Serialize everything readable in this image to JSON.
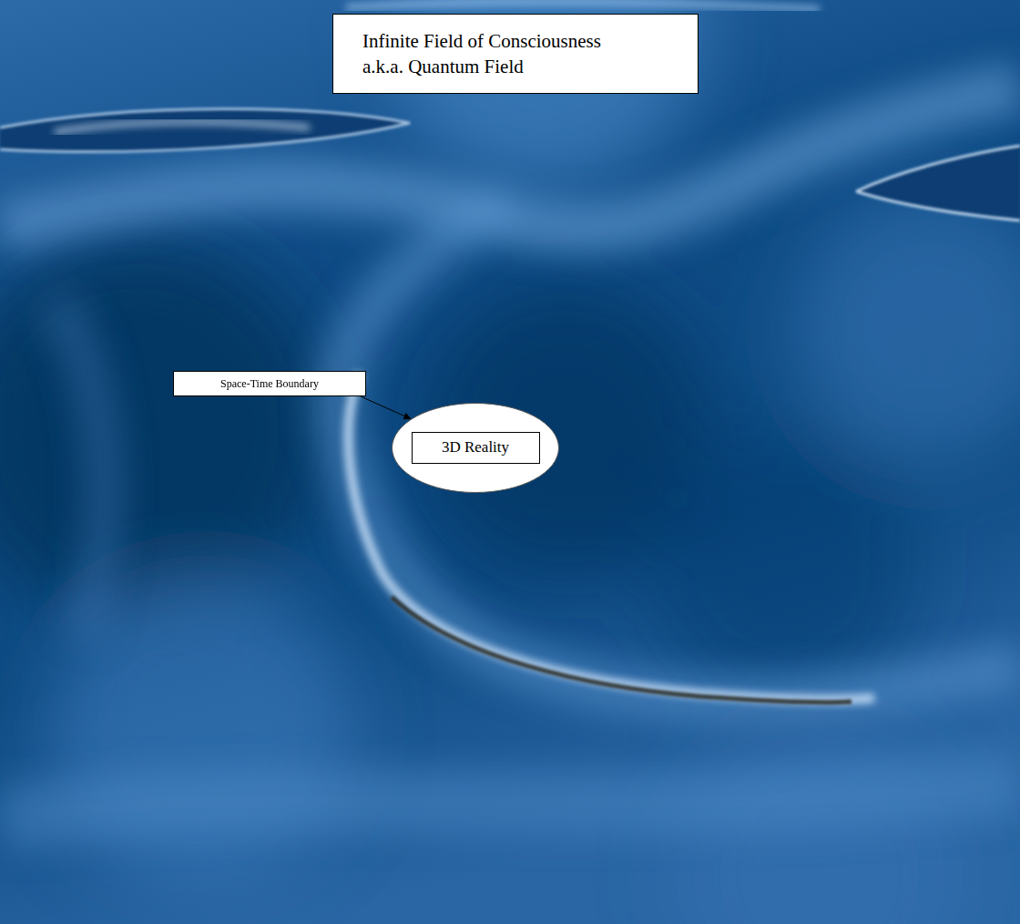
{
  "diagram": {
    "nodes": [
      {
        "text": [
          "Infinite Field of Consciousness",
          "a.k.a. Quantum Field"
        ]
      },
      {
        "text": [
          "Space-Time Boundary"
        ]
      },
      {
        "text": [
          "3D Reality"
        ]
      }
    ],
    "edges": [
      {
        "from": 1,
        "to": 2,
        "arrow": "to"
      }
    ]
  }
}
